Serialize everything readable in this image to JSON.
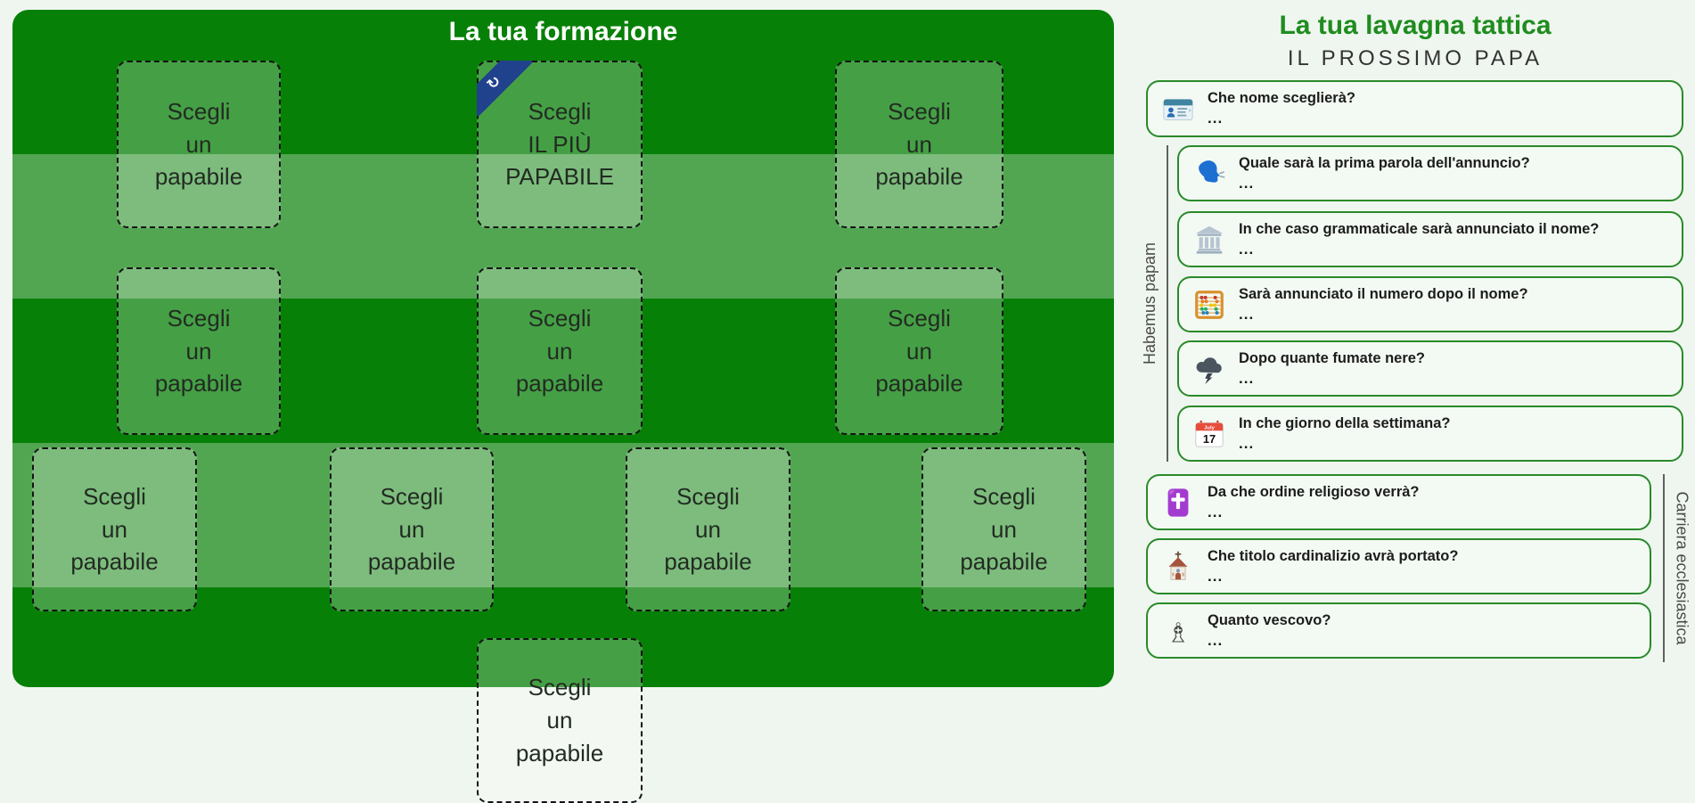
{
  "app": {
    "background": "#eff6ef"
  },
  "field": {
    "title": "La tua formazione",
    "pitch_color_dark": "#078007",
    "pitch_color_light": "#51a651",
    "captain_badge": {
      "glyph": "↻",
      "color": "#20418c"
    },
    "rows": [
      {
        "slots": [
          {
            "label": "Scegli\nun\npapabile"
          },
          {
            "label": "Scegli\nIL PIÙ\nPAPABILE",
            "captain": true
          },
          {
            "label": "Scegli\nun\npapabile"
          }
        ]
      },
      {
        "slots": [
          {
            "label": "Scegli\nun\npapabile"
          },
          {
            "label": "Scegli\nun\npapabile"
          },
          {
            "label": "Scegli\nun\npapabile"
          }
        ]
      },
      {
        "slots": [
          {
            "label": "Scegli\nun\npapabile"
          },
          {
            "label": "Scegli\nun\npapabile"
          },
          {
            "label": "Scegli\nun\npapabile"
          },
          {
            "label": "Scegli\nun\npapabile"
          }
        ]
      },
      {
        "slots": [
          {
            "label": "Scegli\nun\npapabile"
          }
        ]
      }
    ]
  },
  "board": {
    "title": "La tua lavagna tattica",
    "subtitle": "IL PROSSIMO PAPA",
    "accent_color": "#1f8c1f",
    "card_border_color": "#2a8a2a",
    "groups": [
      {
        "label": "Habemus papam"
      },
      {
        "label": "Carriera ecclesiastica"
      }
    ],
    "questions": [
      {
        "icon": "id-card-icon",
        "text": "Che nome sceglierà?",
        "answer": "...",
        "group": ""
      },
      {
        "icon": "speaking-head-icon",
        "text": "Quale sarà la prima parola dell'annuncio?",
        "answer": "...",
        "group": "Habemus papam"
      },
      {
        "icon": "classical-building-icon",
        "text": "In che caso grammaticale sarà annunciato il nome?",
        "answer": "...",
        "group": "Habemus papam"
      },
      {
        "icon": "abacus-icon",
        "text": "Sarà annunciato il numero dopo il nome?",
        "answer": "...",
        "group": "Habemus papam"
      },
      {
        "icon": "storm-cloud-icon",
        "text": "Dopo quante fumate nere?",
        "answer": "...",
        "group": "Habemus papam"
      },
      {
        "icon": "calendar-icon",
        "text": "In che giorno della settimana?",
        "answer": "...",
        "group": "Habemus papam"
      },
      {
        "icon": "cross-icon",
        "text": "Da che ordine religioso verrà?",
        "answer": "...",
        "group": "Carriera ecclesiastica"
      },
      {
        "icon": "church-icon",
        "text": "Che titolo cardinalizio avrà portato?",
        "answer": "...",
        "group": "Carriera ecclesiastica"
      },
      {
        "icon": "chess-bishop-icon",
        "text": "Quanto vescovo?",
        "answer": "...",
        "group": "Carriera ecclesiastica"
      }
    ],
    "calendar_icon_text": {
      "month": "July",
      "day": "17"
    },
    "chess_bishop_glyph": "♗"
  }
}
